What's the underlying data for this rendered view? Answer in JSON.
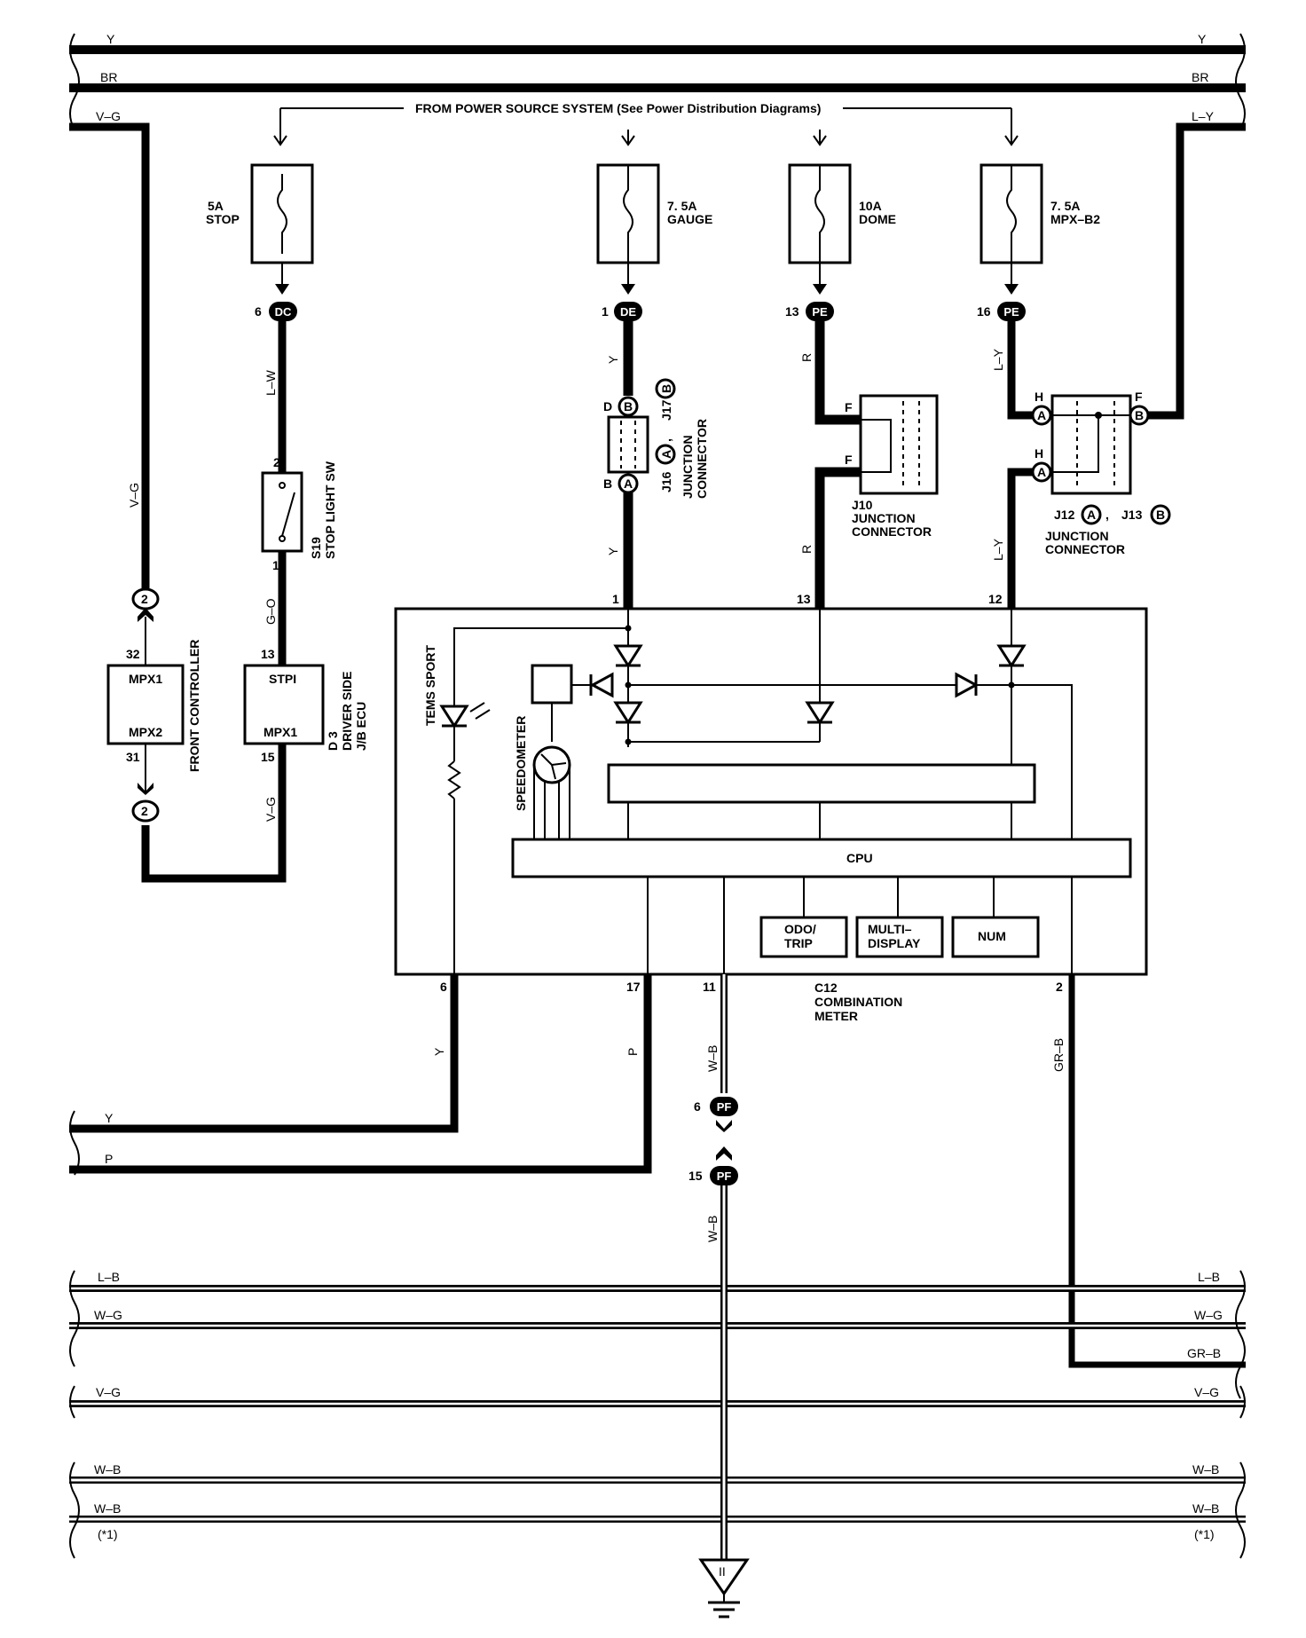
{
  "bus_wires": {
    "top": [
      {
        "left": "Y",
        "right": "Y"
      },
      {
        "left": "BR",
        "right": "BR"
      },
      {
        "left": "V–G",
        "right": "L–Y"
      }
    ],
    "bottom": [
      {
        "left": "L–B",
        "right": "L–B"
      },
      {
        "left": "W–G",
        "right": "W–G"
      },
      {
        "left": "",
        "right": "GR–B"
      },
      {
        "left": "V–G",
        "right": "V–G"
      },
      {
        "left": "W–B",
        "right": "W–B"
      },
      {
        "left": "W–B",
        "right": "W–B"
      }
    ],
    "footnote_left": "(*1)",
    "footnote_right": "(*1)",
    "middle_left": [
      {
        "label": "Y"
      },
      {
        "label": "P"
      }
    ]
  },
  "power_source": "FROM POWER SOURCE SYSTEM (See Power Distribution Diagrams)",
  "fuses": [
    {
      "rating": "5A",
      "name": "STOP"
    },
    {
      "rating": "7. 5A",
      "name": "GAUGE"
    },
    {
      "rating": "10A",
      "name": "DOME"
    },
    {
      "rating": "7. 5A",
      "name": "MPX–B2"
    }
  ],
  "connectors": {
    "dc": {
      "pin": "6",
      "code": "DC"
    },
    "de": {
      "pin": "1",
      "code": "DE"
    },
    "pe1": {
      "pin": "13",
      "code": "PE"
    },
    "pe2": {
      "pin": "16",
      "code": "PE"
    },
    "pf1": {
      "pin": "6",
      "code": "PF"
    },
    "pf2": {
      "pin": "15",
      "code": "PF"
    },
    "c2a": "2",
    "c2b": "2"
  },
  "wire_colors": {
    "lw": "L–W",
    "go": "G–O",
    "vg_left": "V–G",
    "vg_left2": "V–G",
    "y_gauge1": "Y",
    "y_gauge2": "Y",
    "r_dome1": "R",
    "r_dome2": "R",
    "ly1": "L–Y",
    "ly2": "L–Y",
    "y_out": "Y",
    "p_out": "P",
    "wb1": "W–B",
    "wb2": "W–B",
    "grb": "GR–B"
  },
  "stop_light_sw": {
    "code": "S19",
    "name": "STOP LIGHT SW",
    "pin_top": "2",
    "pin_bottom": "1"
  },
  "front_controller": {
    "name": "FRONT CONTROLLER",
    "top": "MPX1",
    "bottom": "MPX2",
    "pin_top": "32",
    "pin_bottom": "31"
  },
  "jb_ecu": {
    "code": "D 3",
    "line1": "DRIVER SIDE",
    "line2": "J/B ECU",
    "top": "STPI",
    "bottom": "MPX1",
    "pin_top": "13",
    "pin_bottom": "15"
  },
  "j16": {
    "label1": "J16",
    "letter1": "A",
    "sep": ",",
    "label2": "J17",
    "letter2": "B",
    "line1": "JUNCTION",
    "line2": "CONNECTOR",
    "pin_top": "D",
    "pin_top_letter": "B",
    "pin_bottom": "B",
    "pin_bottom_letter": "A"
  },
  "j10": {
    "code": "J10",
    "line1": "JUNCTION",
    "line2": "CONNECTOR",
    "pin1": "F",
    "pin2": "F"
  },
  "j12": {
    "label1": "J12",
    "letter1": "A",
    "sep": ",",
    "label2": "J13",
    "letter2": "B",
    "line1": "JUNCTION",
    "line2": "CONNECTOR",
    "pin_left1": "H",
    "pin_left1_letter": "A",
    "pin_left2": "H",
    "pin_left2_letter": "A",
    "pin_right": "F",
    "pin_right_letter": "B"
  },
  "combination_meter": {
    "code": "C12",
    "line1": "COMBINATION",
    "line2": "METER",
    "pins_top": [
      "1",
      "13",
      "12"
    ],
    "pins_bottom": [
      "6",
      "17",
      "11",
      "2"
    ],
    "cpu": "CPU",
    "tems": "TEMS SPORT",
    "speedometer": "SPEEDOMETER",
    "odo_line1": "ODO/",
    "odo_line2": "TRIP",
    "multi_line1": "MULTI–",
    "multi_line2": "DISPLAY",
    "num": "NUM"
  },
  "ground": {
    "code": "II"
  }
}
